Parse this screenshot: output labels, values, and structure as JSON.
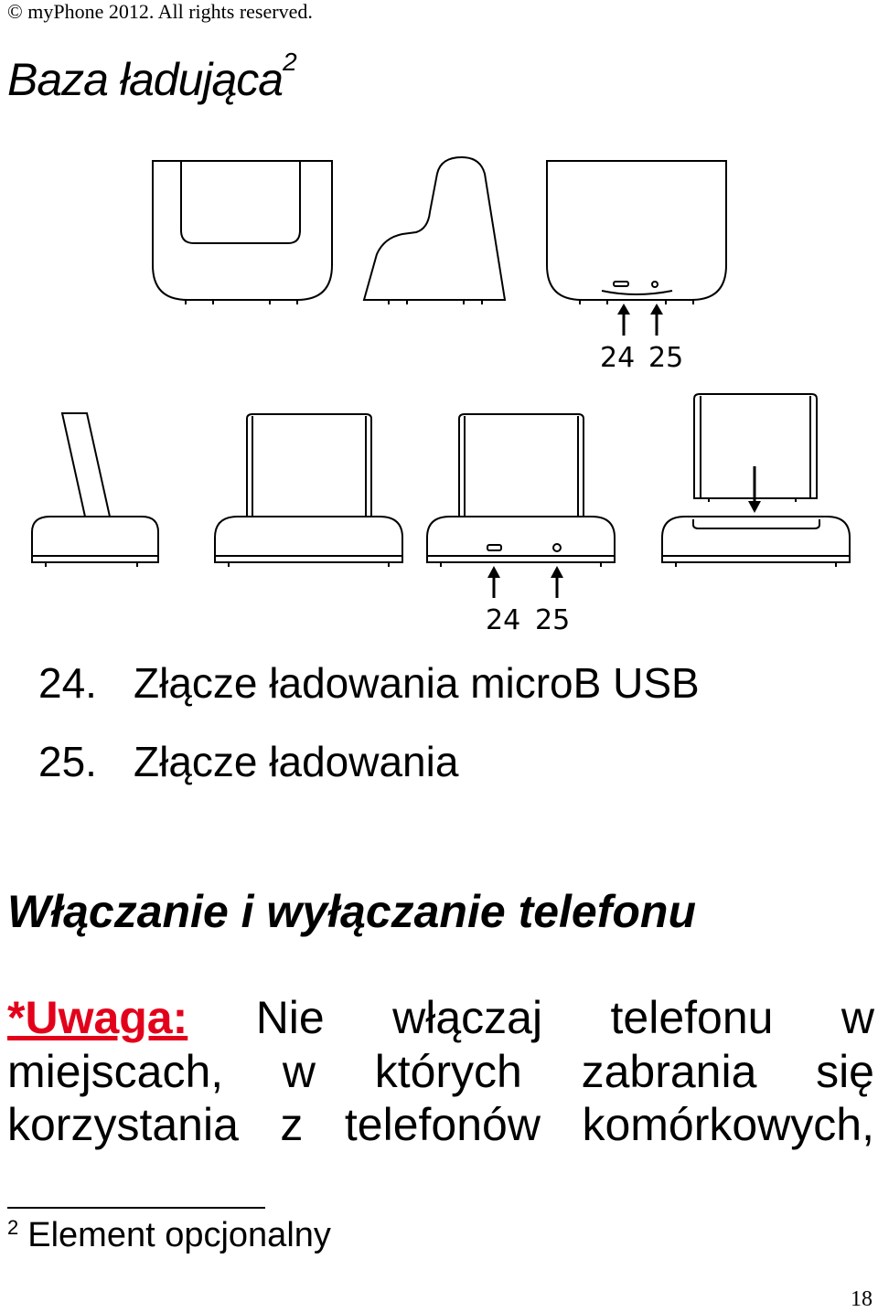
{
  "header": {
    "copyright": "©  myPhone 2012. All rights reserved."
  },
  "section": {
    "title": "Baza ładująca",
    "footnote_ref": "2"
  },
  "figure": {
    "callouts_top": [
      "24",
      "25"
    ],
    "callouts_bottom": [
      "24",
      "25"
    ]
  },
  "legend": [
    {
      "num": "24.",
      "text": "Złącze ładowania microB USB"
    },
    {
      "num": "25.",
      "text": "Złącze ładowania"
    }
  ],
  "heading2": "Włączanie i wyłączanie telefonu",
  "paragraph": {
    "warning_label": "*Uwaga:",
    "line1": [
      "Nie",
      "włączaj",
      "telefonu",
      "w"
    ],
    "line2": [
      "miejscach,",
      "w",
      "których",
      "zabrania",
      "się"
    ],
    "line3": [
      "korzystania",
      "z",
      "telefonów",
      "komórkowych,"
    ]
  },
  "footnote": {
    "marker": "2",
    "text": "Element opcjonalny"
  },
  "page_number": "18"
}
